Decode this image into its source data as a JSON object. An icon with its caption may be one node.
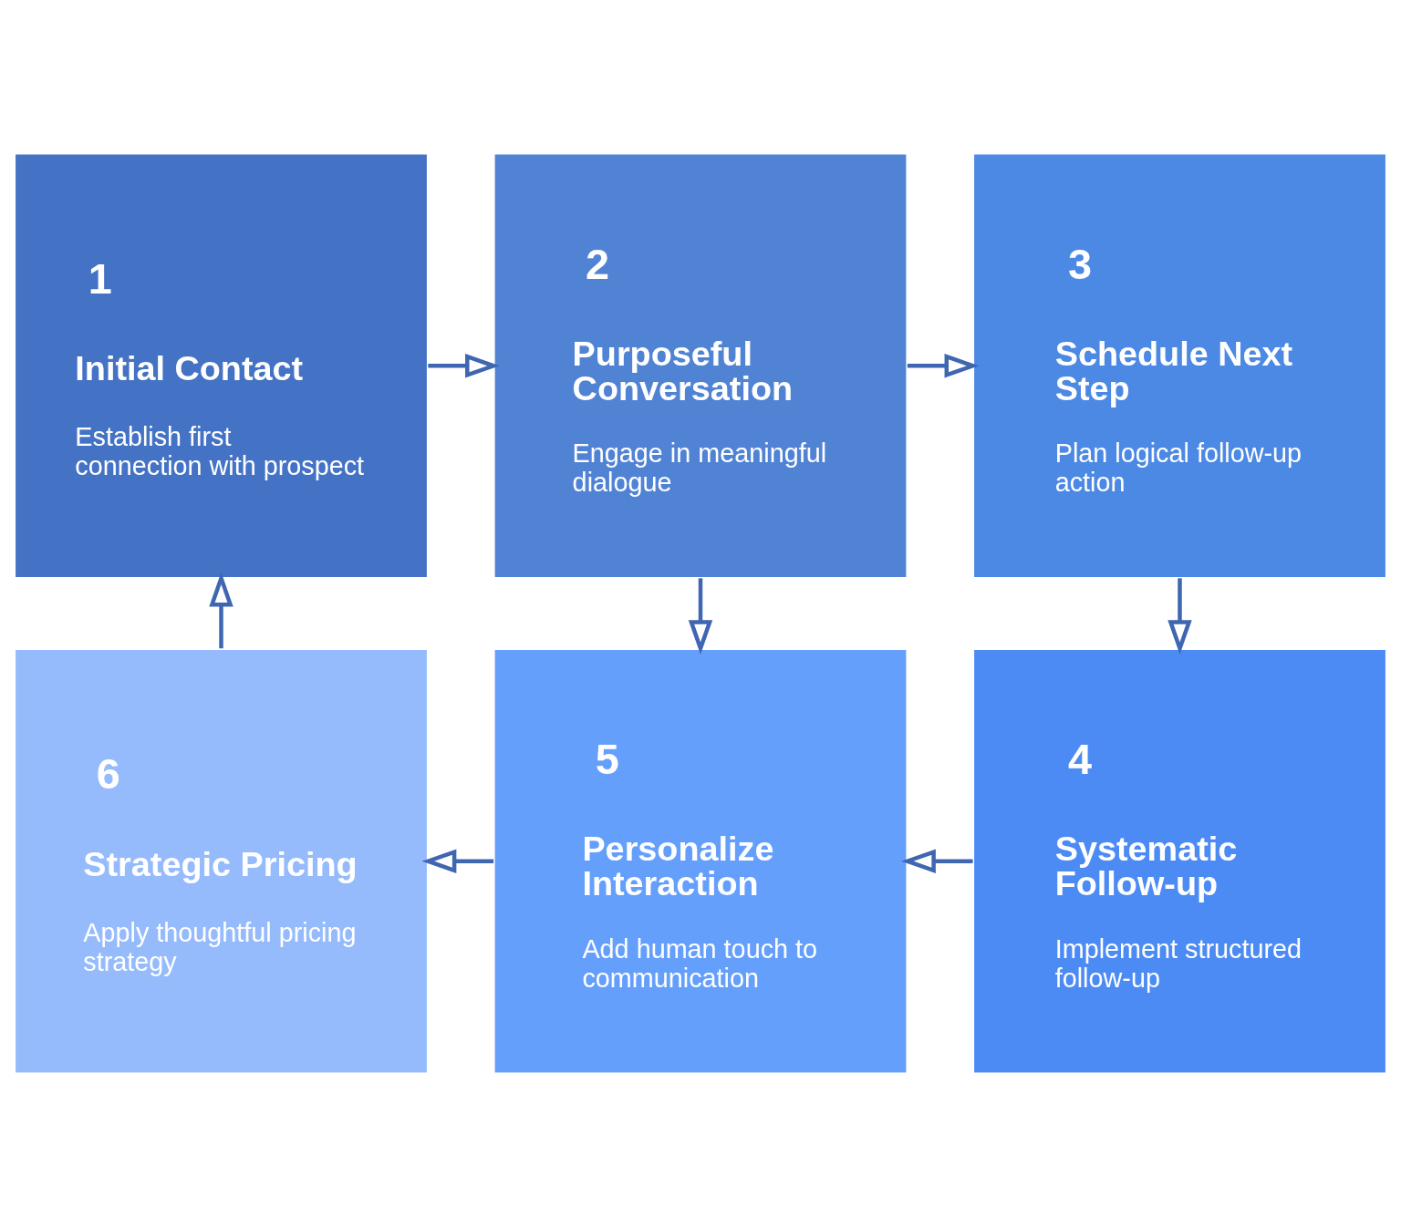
{
  "diagram": {
    "nodes": [
      {
        "text": [
          "1",
          "Initial Contact",
          "Establish first connection with prospect"
        ]
      },
      {
        "text": [
          "2",
          "Purposeful Conversation",
          "Engage in meaningful dialogue"
        ]
      },
      {
        "text": [
          "3",
          "Schedule Next Step",
          "Plan logical follow-up action"
        ]
      },
      {
        "text": [
          "6",
          "Strategic Pricing",
          "Apply thoughtful pricing strategy"
        ]
      },
      {
        "text": [
          "5",
          "Personalize Interaction",
          "Add human touch to communication"
        ]
      },
      {
        "text": [
          "4",
          "Systematic Follow-up",
          "Implement structured follow-up"
        ]
      }
    ],
    "edges": [
      {
        "from": 0,
        "to": 1,
        "arrow": "to"
      },
      {
        "from": 1,
        "to": 2,
        "arrow": "to"
      },
      {
        "from": 1,
        "to": 4,
        "arrow": "to"
      },
      {
        "from": 2,
        "to": 5,
        "arrow": "to"
      },
      {
        "from": 5,
        "to": 4,
        "arrow": "to"
      },
      {
        "from": 4,
        "to": 3,
        "arrow": "to"
      },
      {
        "from": 3,
        "to": 0,
        "arrow": "to"
      }
    ]
  }
}
